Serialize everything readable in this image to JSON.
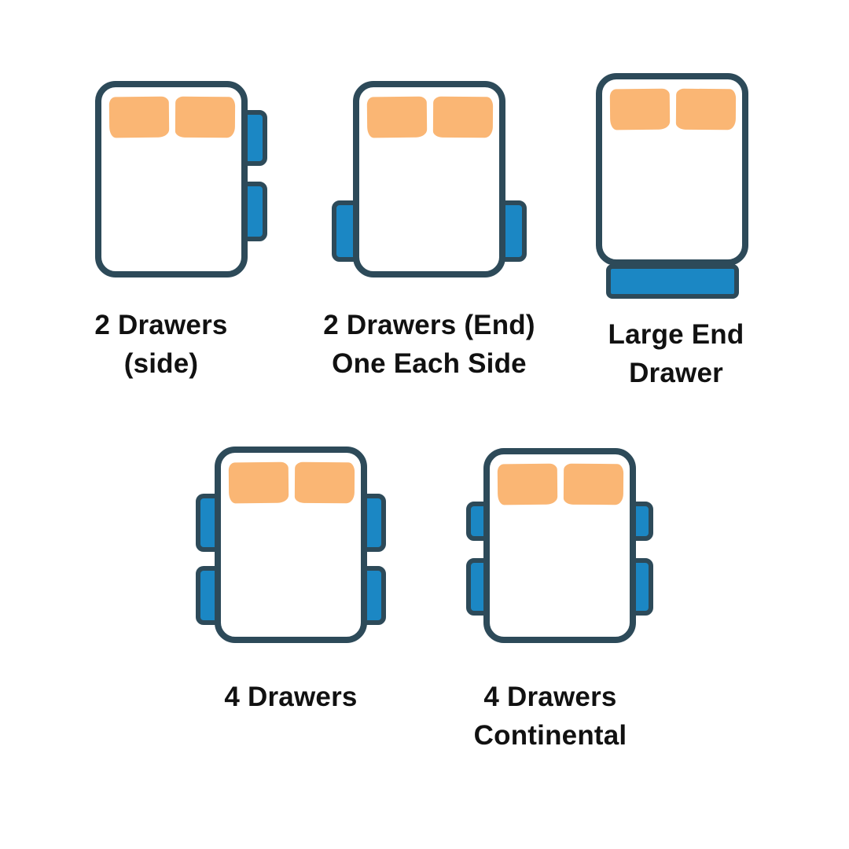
{
  "colors": {
    "background": "#ffffff",
    "outline": "#2d4a59",
    "drawer_fill": "#1b87c4",
    "pillow_fill": "#fab674",
    "label_text": "#111111"
  },
  "diagram": {
    "type": "bed-storage-options",
    "items": [
      {
        "id": "2-drawers-side",
        "label": "2 Drawers (side)",
        "label_line1": "2 Drawers",
        "label_line2": "(side)",
        "pillows": 2,
        "drawers": [
          {
            "location": "right-side-upper",
            "size": "standard"
          },
          {
            "location": "right-side-lower",
            "size": "standard"
          }
        ]
      },
      {
        "id": "2-drawers-end-one-each-side",
        "label": "2 Drawers (End) One Each Side",
        "label_line1": "2 Drawers (End)",
        "label_line2": "One Each Side",
        "pillows": 2,
        "drawers": [
          {
            "location": "left-side-foot-end",
            "size": "standard"
          },
          {
            "location": "right-side-foot-end",
            "size": "standard"
          }
        ]
      },
      {
        "id": "large-end-drawer",
        "label": "Large End Drawer",
        "label_line1": "Large End",
        "label_line2": "Drawer",
        "pillows": 2,
        "drawers": [
          {
            "location": "foot-end",
            "size": "large-full-width"
          }
        ]
      },
      {
        "id": "4-drawers",
        "label": "4 Drawers",
        "label_line1": "4 Drawers",
        "label_line2": "",
        "pillows": 2,
        "drawers": [
          {
            "location": "left-side-upper",
            "size": "standard"
          },
          {
            "location": "left-side-lower",
            "size": "standard"
          },
          {
            "location": "right-side-upper",
            "size": "standard"
          },
          {
            "location": "right-side-lower",
            "size": "standard"
          }
        ]
      },
      {
        "id": "4-drawers-continental",
        "label": "4 Drawers Continental",
        "label_line1": "4 Drawers",
        "label_line2": "Continental",
        "pillows": 2,
        "drawers": [
          {
            "location": "left-side-upper",
            "size": "short"
          },
          {
            "location": "left-side-lower",
            "size": "standard"
          },
          {
            "location": "right-side-upper",
            "size": "short"
          },
          {
            "location": "right-side-lower",
            "size": "standard"
          }
        ]
      }
    ]
  }
}
